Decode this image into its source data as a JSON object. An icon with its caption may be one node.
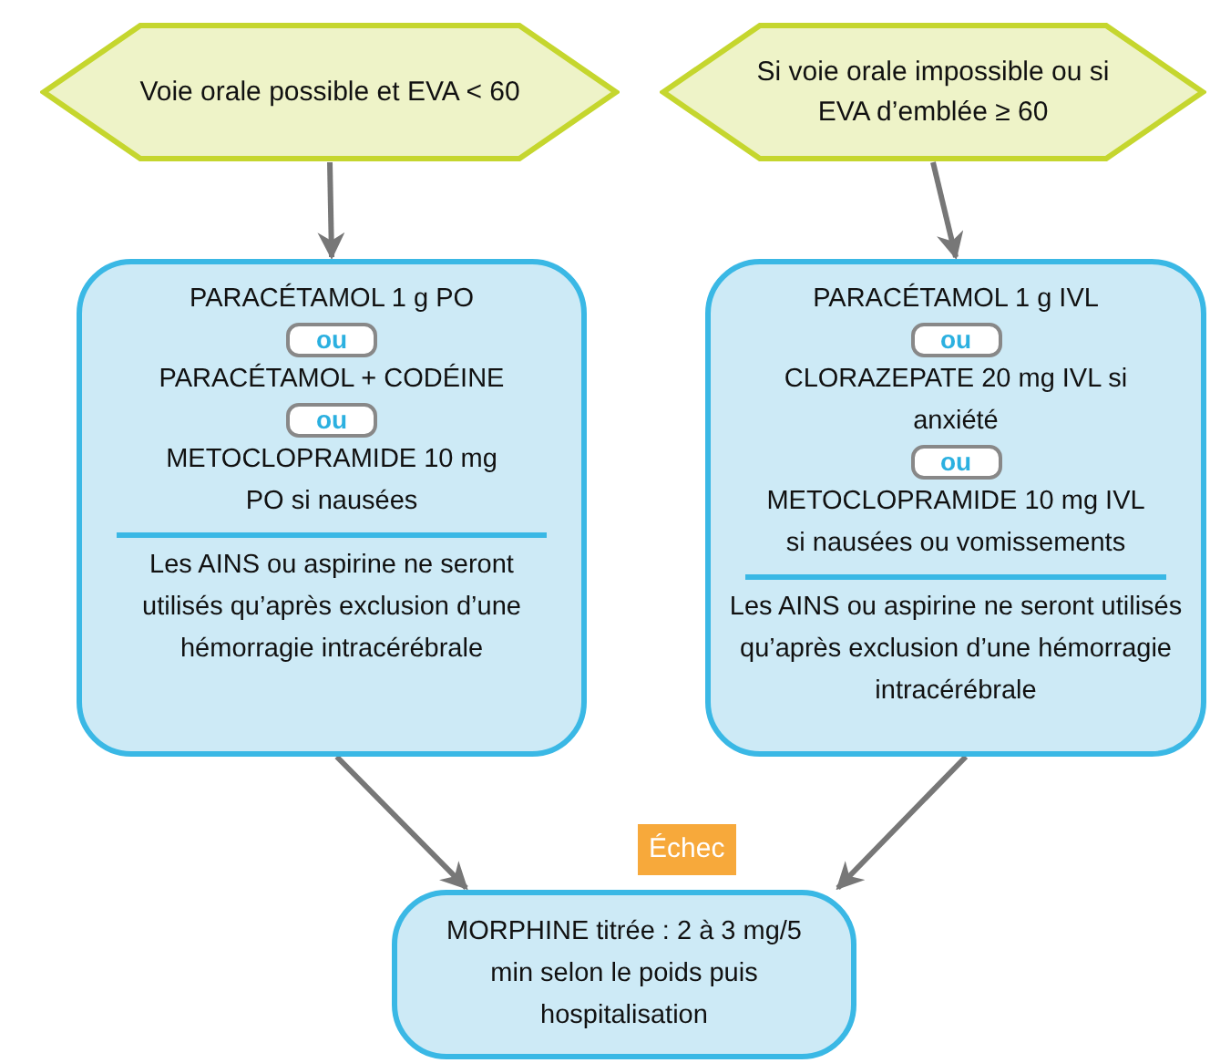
{
  "diagram": {
    "nodes": [
      {
        "text": [
          "Voie orale possible et EVA < 60"
        ]
      },
      {
        "text": [
          "Si voie orale impossible ou si EVA d’emblée ≥ 60"
        ]
      },
      {
        "text": [
          "PARACÉTAMOL 1 g PO",
          "PARACÉTAMOL + CODÉINE",
          "METOCLOPRAMIDE 10 mg PO si nausées",
          "Les AINS ou aspirine ne seront utilisés qu’après exclusion d’une hémorragie intracérébrale"
        ]
      },
      {
        "text": [
          "ou"
        ],
        "in": 2
      },
      {
        "text": [
          "ou"
        ],
        "in": 2
      },
      {
        "text": [
          "PARACÉTAMOL 1 g IVL",
          "CLORAZEPATE 20 mg IVL si anxiété",
          "METOCLOPRAMIDE 10 mg IVL si nausées ou vomissements",
          "Les AINS ou aspirine ne seront utilisés qu’après exclusion d’une hémorragie intracérébrale"
        ]
      },
      {
        "text": [
          "ou"
        ],
        "in": 5
      },
      {
        "text": [
          "ou"
        ],
        "in": 5
      },
      {
        "text": [
          "Échec"
        ]
      },
      {
        "text": [
          "MORPHINE titrée : 2 à 3 mg/5 min selon le poids puis hospitalisation"
        ]
      }
    ],
    "edges": [
      {
        "from": 0,
        "to": 2,
        "arrow": "to"
      },
      {
        "from": 1,
        "to": 5,
        "arrow": "to"
      },
      {
        "from": 2,
        "to": 9,
        "arrow": "to"
      },
      {
        "from": 5,
        "to": 9,
        "arrow": "to"
      }
    ]
  }
}
